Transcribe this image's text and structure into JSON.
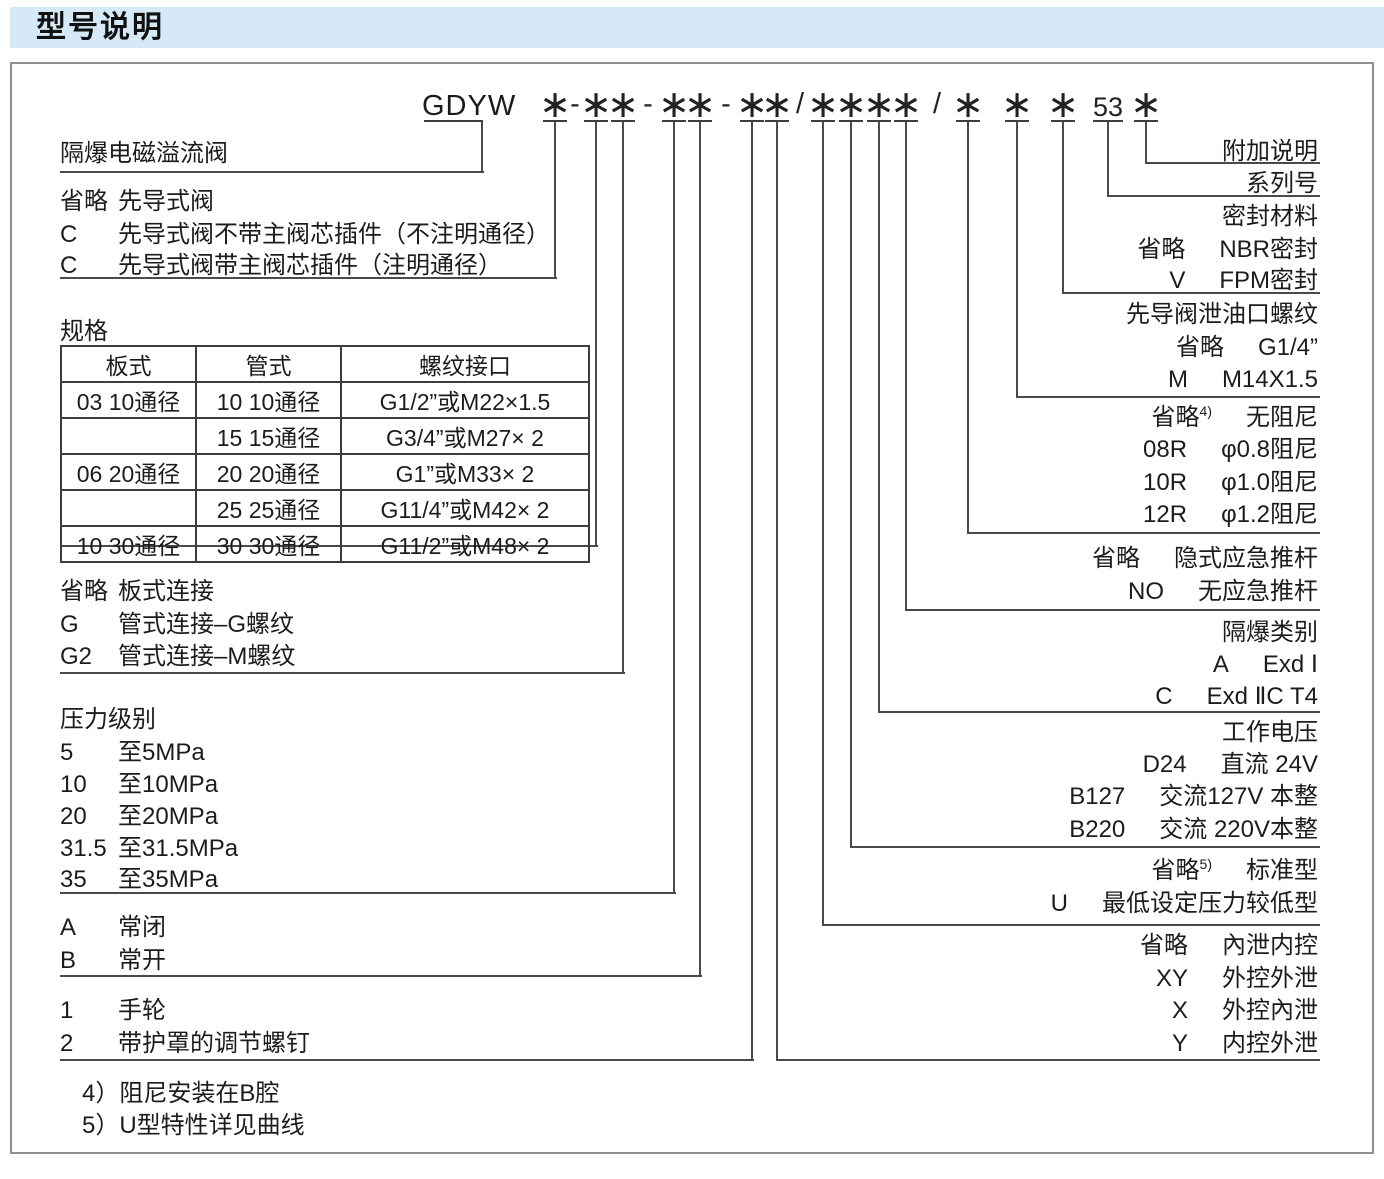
{
  "title": "型号说明",
  "code": {
    "prefix": "GDYW",
    "symbols": [
      "∗",
      "∗",
      "∗",
      "∗",
      "∗",
      "∗",
      "∗",
      "∗",
      "∗",
      "∗",
      "∗",
      "∗",
      "∗",
      "∗",
      "53",
      "∗"
    ],
    "separators": [
      "-",
      "-",
      "-",
      "/",
      "/"
    ]
  },
  "left_sections": [
    {
      "id": "valve-name",
      "rows": [
        {
          "code": "",
          "desc": "隔爆电磁溢流阀"
        }
      ]
    },
    {
      "id": "pilot-type",
      "rows": [
        {
          "code": "省略",
          "desc": "先导式阀"
        },
        {
          "code": "C",
          "desc": "先导式阀不带主阀芯插件（不注明通径）"
        },
        {
          "code": "C",
          "desc": "先导式阀带主阀芯插件（注明通径）"
        }
      ]
    },
    {
      "id": "spec",
      "title": "规格"
    },
    {
      "id": "connection",
      "rows": [
        {
          "code": "省略",
          "desc": "板式连接"
        },
        {
          "code": "G",
          "desc": "管式连接–G螺纹"
        },
        {
          "code": "G2",
          "desc": "管式连接–M螺纹"
        }
      ]
    },
    {
      "id": "pressure",
      "title": "压力级别",
      "rows": [
        {
          "code": "5",
          "desc": "至5MPa"
        },
        {
          "code": "10",
          "desc": "至10MPa"
        },
        {
          "code": "20",
          "desc": "至20MPa"
        },
        {
          "code": "31.5",
          "desc": "至31.5MPa"
        },
        {
          "code": "35",
          "desc": "至35MPa"
        }
      ]
    },
    {
      "id": "normally",
      "rows": [
        {
          "code": "A",
          "desc": "常闭"
        },
        {
          "code": "B",
          "desc": "常开"
        }
      ]
    },
    {
      "id": "adjustment",
      "rows": [
        {
          "code": "1",
          "desc": "手轮"
        },
        {
          "code": "2",
          "desc": "带护罩的调节螺钉"
        }
      ]
    }
  ],
  "spec_table": {
    "headers": [
      "板式",
      "管式",
      "螺纹接口"
    ],
    "rows": [
      [
        "03 10通径",
        "10 10通径",
        "G1/2”或M22×1.5"
      ],
      [
        "",
        "15 15通径",
        "G3/4”或M27× 2"
      ],
      [
        "06 20通径",
        "20 20通径",
        "G1”或M33× 2"
      ],
      [
        "",
        "25 25通径",
        "G11/4”或M42× 2"
      ],
      [
        "10 30通径",
        "30 30通径",
        "G11/2”或M48× 2"
      ]
    ]
  },
  "right_sections": [
    {
      "id": "additional-note",
      "rows": [
        {
          "code": "",
          "desc": "附加说明"
        }
      ]
    },
    {
      "id": "series-no",
      "rows": [
        {
          "code": "",
          "desc": "系列号"
        }
      ]
    },
    {
      "id": "seal-material",
      "rows": [
        {
          "code": "",
          "desc": "密封材料"
        },
        {
          "code": "省略",
          "desc": "NBR密封"
        },
        {
          "code": "V",
          "desc": "FPM密封"
        }
      ]
    },
    {
      "id": "pilot-drain-thread",
      "rows": [
        {
          "code": "",
          "desc": "先导阀泄油口螺纹"
        },
        {
          "code": "省略",
          "desc": "G1/4”"
        },
        {
          "code": "M",
          "desc": "M14X1.5"
        }
      ]
    },
    {
      "id": "damping",
      "rows": [
        {
          "code": "省略",
          "sup": "4)",
          "desc": "无阻尼"
        },
        {
          "code": "08R",
          "desc": "φ0.8阻尼"
        },
        {
          "code": "10R",
          "desc": "φ1.0阻尼"
        },
        {
          "code": "12R",
          "desc": "φ1.2阻尼"
        }
      ]
    },
    {
      "id": "emergency-rod",
      "rows": [
        {
          "code": "省略",
          "desc": "隐式应急推杆"
        },
        {
          "code": "NO",
          "desc": "无应急推杆"
        }
      ]
    },
    {
      "id": "exd-class",
      "rows": [
        {
          "code": "",
          "desc": "隔爆类别"
        },
        {
          "code": "A",
          "desc": "Exd Ⅰ"
        },
        {
          "code": "C",
          "desc": "Exd ⅡC T4"
        }
      ]
    },
    {
      "id": "voltage",
      "rows": [
        {
          "code": "",
          "desc": "工作电压"
        },
        {
          "code": "D24",
          "desc": "直流 24V"
        },
        {
          "code": "B127",
          "desc": "交流127V 本整"
        },
        {
          "code": "B220",
          "desc": "交流 220V本整"
        }
      ]
    },
    {
      "id": "u-type",
      "rows": [
        {
          "code": "省略",
          "sup": "5)",
          "desc": "标准型"
        },
        {
          "code": "U",
          "desc": "最低设定压力较低型"
        }
      ]
    },
    {
      "id": "control-drain",
      "rows": [
        {
          "code": "省略",
          "desc": "內泄内控"
        },
        {
          "code": "XY",
          "desc": "外控外泄"
        },
        {
          "code": "X",
          "desc": "外控內泄"
        },
        {
          "code": "Y",
          "desc": "内控外泄"
        }
      ]
    }
  ],
  "footnotes": [
    "4）阻尼安装在B腔",
    "5）U型特性详见曲线"
  ]
}
